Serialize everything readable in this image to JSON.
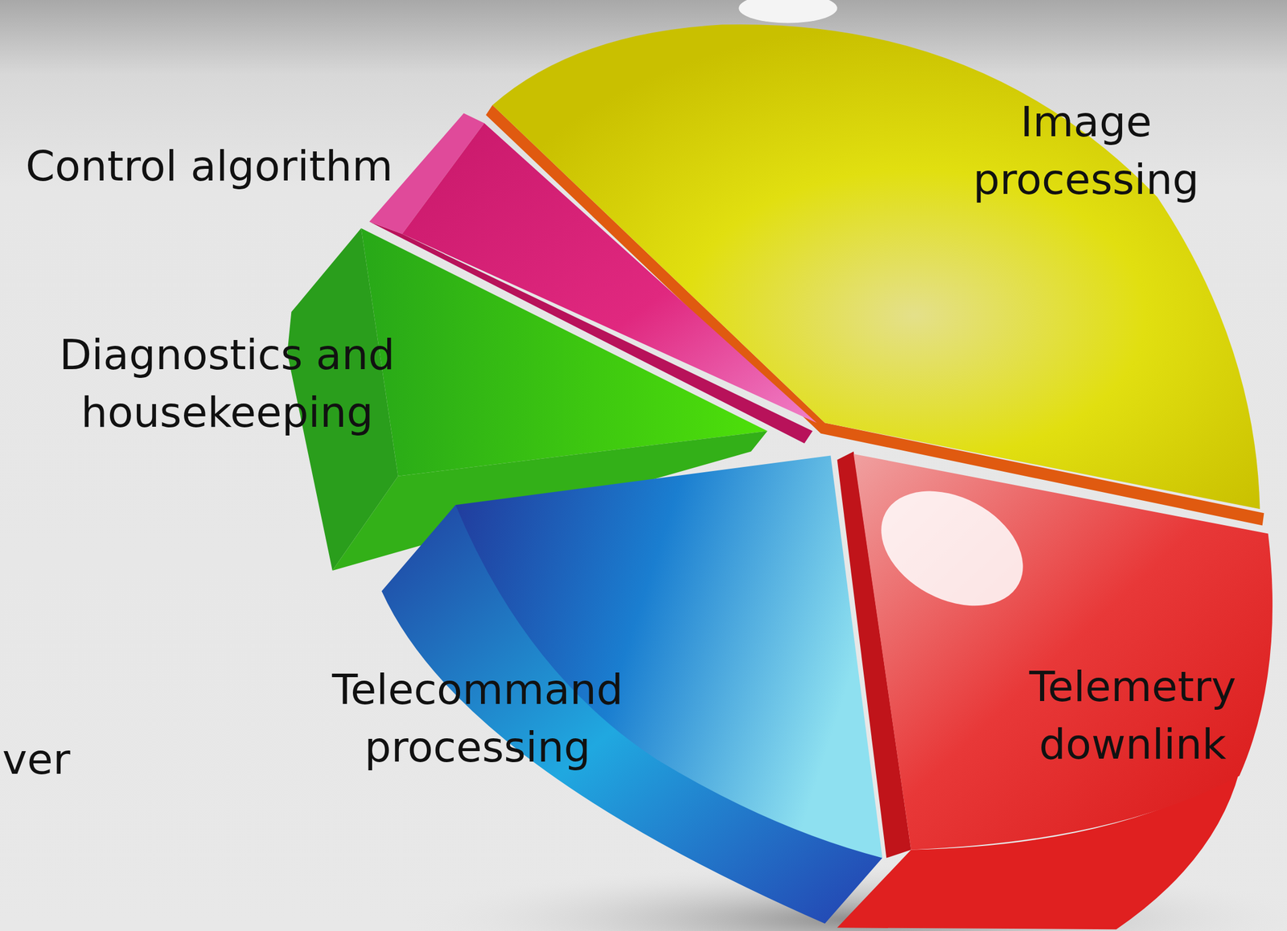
{
  "diagram": {
    "labels": [
      "Control algorithm",
      "Image processing",
      "Diagnostics and housekeeping",
      "ver",
      "Telecommand processing",
      "Telemetry downlink"
    ]
  }
}
